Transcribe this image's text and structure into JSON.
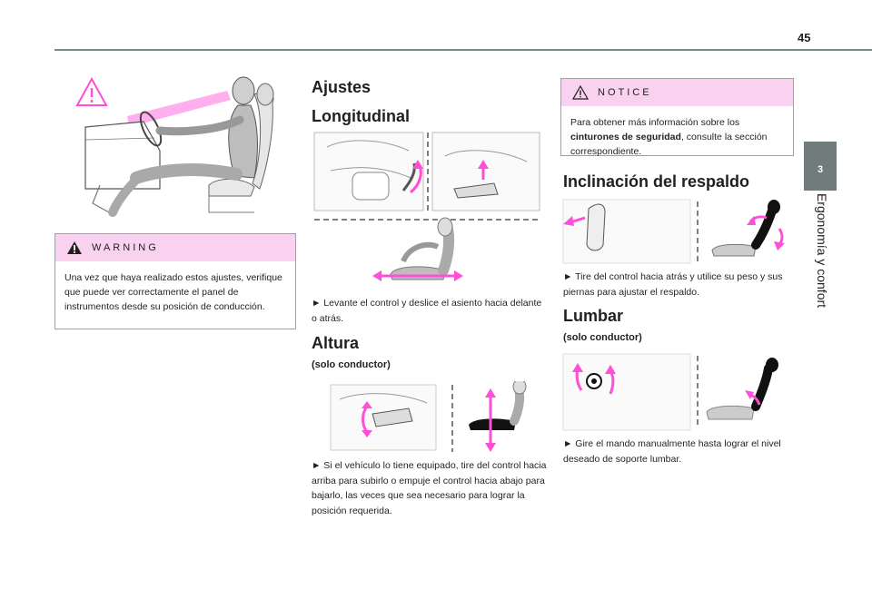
{
  "page": {
    "number": "45"
  },
  "side": {
    "chapter_number": "3",
    "chapter_title": "Ergonomía y confort"
  },
  "warning": {
    "title": "WARNING",
    "text": "Una vez que haya realizado estos ajustes, verifique que puede ver correctamente el panel de instrumentos desde su posición de conducción."
  },
  "adjustments": {
    "heading": "Ajustes",
    "longitudinal": {
      "heading": "Longitudinal",
      "text": "► Levante el control y deslice el asiento hacia delante o atrás."
    },
    "height": {
      "heading": "Altura",
      "qualifier": "(solo conductor)",
      "text": "► Si el vehículo lo tiene equipado, tire del control hacia arriba para subirlo o empuje el control hacia abajo para bajarlo, las veces que sea necesario para lograr la posición requerida."
    }
  },
  "notice": {
    "title": "NOTICE",
    "text_before": "Para obtener más información sobre los ",
    "text_bold": "cinturones de seguridad",
    "text_after": ", consulte la sección correspondiente."
  },
  "backrest": {
    "heading": "Inclinación del respaldo",
    "text": "► Tire del control hacia atrás y utilice su peso y sus piernas para ajustar el respaldo."
  },
  "lumbar": {
    "heading": "Lumbar",
    "qualifier": "(solo conductor)",
    "text": "► Gire el mando manualmente hasta lograr el nivel deseado de soporte lumbar."
  },
  "colors": {
    "accent": "#ff4fd8",
    "tab": "#707b7c",
    "box_header": "#f8d2ef"
  }
}
